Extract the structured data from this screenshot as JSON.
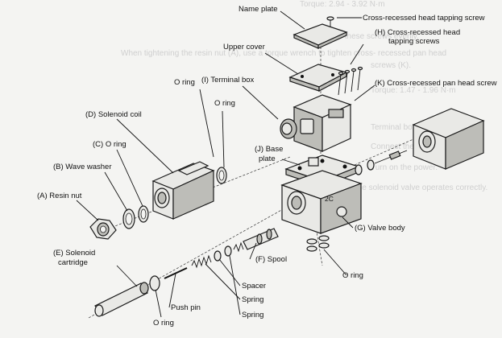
{
  "background_text": [
    "Torque: 2.94 - 3.92 N·m",
    "Tighten these screws evenly.",
    "When tightening the resin nut (A), use a torque wrench to tighten cross- recessed pan head",
    "screws (K).",
    "Torque: 1.47 - 1.96 N·m",
    "Terminal box (I)",
    "Connect the wiring to (I)",
    "Turn on the power.",
    "Make sure that the solenoid valve operates correctly."
  ],
  "labels": {
    "name_plate": "Name plate",
    "tapping_screw_1": "Cross-recessed head tapping screw",
    "tapping_screws_h_1": "(H) Cross-recessed head",
    "tapping_screws_h_2": "tapping screws",
    "upper_cover": "Upper cover",
    "o_ring_top": "O ring",
    "terminal_box": "(I) Terminal box",
    "o_ring_right": "O ring",
    "pan_head_screw": "(K) Cross-recessed pan head screw",
    "solenoid_coil": "(D) Solenoid coil",
    "o_ring_c": "(C) O ring",
    "base_plate_1": "(J) Base",
    "base_plate_2": "plate",
    "wave_washer": "(B) Wave washer",
    "resin_nut": "(A) Resin nut",
    "valve_body": "(G) Valve body",
    "solenoid_cartridge_1": "(E) Solenoid",
    "solenoid_cartridge_2": "cartridge",
    "spool": "(F) Spool",
    "o_ring_bottom_right": "O ring",
    "spacer": "Spacer",
    "spring_1": "Spring",
    "spring_2": "Spring",
    "push_pin": "Push pin",
    "o_ring_bottom": "O ring",
    "body_mark": "2C"
  }
}
